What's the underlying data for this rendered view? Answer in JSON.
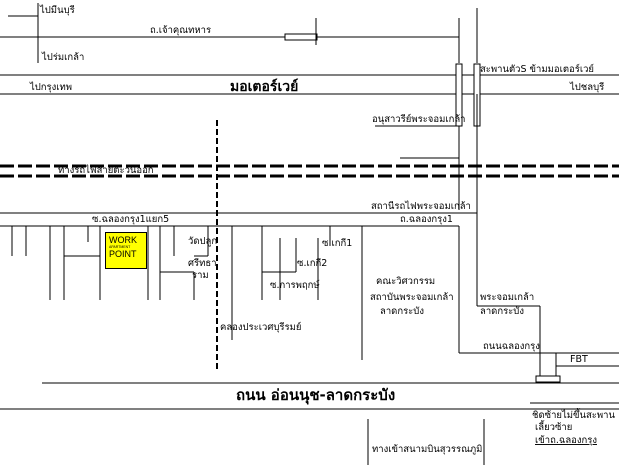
{
  "labels": {
    "min_buri": "ไปมีนบุรี",
    "chao_khun_thahan": "ถ.เจ้าคุณทหาร",
    "rom_klao": "ไปร่มเกล้า",
    "bridge_s": "สะพานตัวS ข้ามมอเตอร์เวย์",
    "to_bangkok": "ไปกรุงเทพ",
    "motorway": "มอเตอร์เวย์",
    "to_chonburi": "ไปชลบุรี",
    "monument": "อนุสาวรีย์พระจอมเกล้า",
    "railway_east": "ทางรถไฟสายตะวันออก",
    "station": "สถานีรถไฟพระจอมเกล้า",
    "soi_chalongkrung1_5": "ซ.ฉลองกรุง1แยก5",
    "th_chalongkrung1": "ถ.ฉลองกรุง1",
    "wat_plukpho": "วัดปลูก",
    "sri_thararam_1": "ศรีทธา",
    "sri_thararam_2": "ราม",
    "soi_keki1": "ซ.เกกี1",
    "soi_keki2": "ซ.เกกี2",
    "soi_kanphruksa": "ซ.การพฤกษ์",
    "engineering_1": "คณะวิศวกรรม",
    "engineering_2": "สถาบันพระจอมเกล้า",
    "engineering_3": "ลาดกระบัง",
    "pjk_1": "พระจอมเกล้า",
    "pjk_2": "ลาดกระบัง",
    "canal": "คลองประเวศบุรีรมย์",
    "th_chalongkrung": "ถนนฉลองกรุง",
    "fbt": "FBT",
    "main_road": "ถนน อ่อนนุช-ลาดกระบัง",
    "keep_left_1": "ชิดซ้ายไม่ขึ้นสะพาน",
    "keep_left_2": "เลี้ยวซ้าย",
    "keep_left_3": "เข้าถ.ฉลองกรุง",
    "airport": "ทางเข้าสนามบินสุวรรณภูมิ"
  },
  "poi": {
    "line1": "WORK",
    "line2": "APARTMENT",
    "line3": "POINT",
    "color": "#ffff00"
  }
}
